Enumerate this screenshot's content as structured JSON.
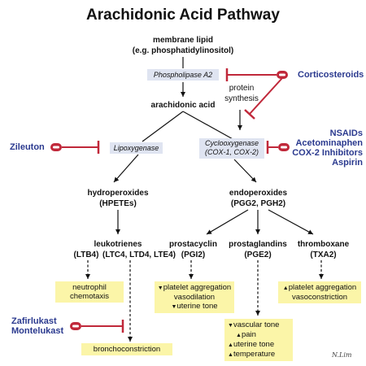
{
  "title": "Arachidonic Acid Pathway",
  "nodes": {
    "membrane": "membrane lipid",
    "membrane_sub": "(e.g. phosphatidylinositol)",
    "arachidonic": "arachidonic acid",
    "protein": "protein",
    "synthesis": "synthesis",
    "hydroperoxides": "hydroperoxides",
    "hpetes": "(HPETEs)",
    "endoperoxides": "endoperoxides",
    "pgg2": "(PGG2, PGH2)",
    "leukotrienes": "leukotrienes",
    "ltb4": "(LTB4)",
    "ltc4": "(LTC4, LTD4, LTE4)",
    "prostacyclin": "prostacyclin",
    "pgi2": "(PGI2)",
    "prostaglandins": "prostaglandins",
    "pge2": "(PGE2)",
    "thromboxane": "thromboxane",
    "txa2": "(TXA2)"
  },
  "enzymes": {
    "pla2": "Phospholipase A2",
    "lipox": "Lipoxygenase",
    "cox1": "Cyclooxygenase",
    "cox2": "(COX-1, COX-2)"
  },
  "drugs": {
    "corticosteroids": "Corticosteroids",
    "zileuton": "Zileuton",
    "nsaids": "NSAIDs",
    "acetaminophen": "Acetominaphen",
    "cox2inh": "COX-2 Inhibitors",
    "aspirin": "Aspirin",
    "zafirlukast": "Zafirlukast",
    "montelukast": "Montelukast"
  },
  "effects": {
    "neutrophil": "neutrophil",
    "chemotaxis": "chemotaxis",
    "broncho": "bronchoconstriction",
    "pgi2_1": "platelet aggregation",
    "pgi2_2": "vasodilation",
    "pgi2_3": "uterine tone",
    "pge2_1": "vascular tone",
    "pge2_2": "pain",
    "pge2_3": "uterine tone",
    "pge2_4": "temperature",
    "txa2_1": "platelet aggregation",
    "txa2_2": "vasoconstriction"
  },
  "glyphs": {
    "up": "▲",
    "down": "▼"
  },
  "colors": {
    "drug": "#2b3a8f",
    "inhibit": "#c0283a",
    "enzyme_bg": "#dfe4f1",
    "effect_bg": "#fbf5a8"
  },
  "signature": "N.Lim"
}
